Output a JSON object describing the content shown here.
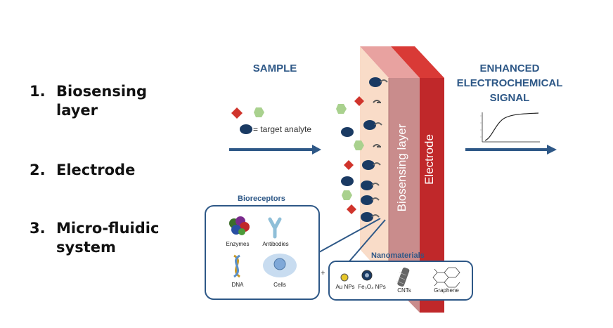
{
  "list": [
    {
      "num": "1.",
      "text": "Biosensing layer"
    },
    {
      "num": "2.",
      "text": "Electrode"
    },
    {
      "num": "3.",
      "text": "Micro-fluidic system"
    }
  ],
  "sample_label": "SAMPLE",
  "legend_text": "= target analyte",
  "signal_label": "ENHANCED ELECTROCHEMICAL SIGNAL",
  "biosensing_layer_label": "Biosensing layer",
  "electrode_label": "Electrode",
  "bioreceptors": {
    "title": "Bioreceptors",
    "items": [
      "Enzymes",
      "Antibodies",
      "DNA",
      "Cells"
    ]
  },
  "plus": "+",
  "nanomaterials": {
    "title": "Nanomaterials",
    "items": [
      "Au NPs",
      "Fe₃O₄ NPs",
      "CNTs",
      "Graphene"
    ]
  },
  "colors": {
    "accent_blue": "#2e5887",
    "analyte_navy": "#1a3a63",
    "diamond_red": "#d0342c",
    "hexagon_green": "#a9d18e",
    "layer_face": "#f9dcc8",
    "biosensing_layer": "#c98c8c",
    "electrode": "#c0282a"
  }
}
